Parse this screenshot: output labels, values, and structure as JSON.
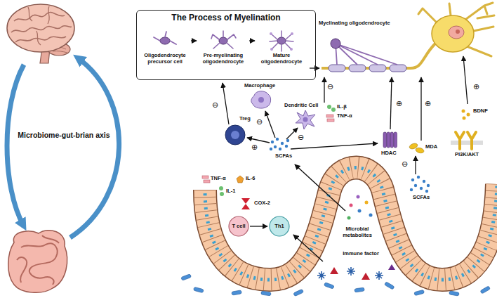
{
  "diagram": {
    "nodes": [
      {
        "text": [
          "The Process of Myelination"
        ]
      },
      {
        "text": [
          "Oligodendrocyte precursor cell"
        ],
        "in": 0
      },
      {
        "text": [
          "Pre-myelinating oligodendrocyte"
        ],
        "in": 0
      },
      {
        "text": [
          "Mature oligodendrocyte"
        ],
        "in": 0
      },
      {
        "text": [
          "T cell"
        ]
      },
      {
        "text": [
          "Th1"
        ]
      }
    ],
    "edges": [
      {
        "from": 1,
        "to": 2,
        "arrow": "to"
      },
      {
        "from": 2,
        "to": 3,
        "arrow": "to"
      },
      {
        "from": 4,
        "to": 5,
        "arrow": "to"
      }
    ],
    "labels": [
      "Microbiome-gut-brian axis",
      "Myelinating oligodendrocyte",
      "Macrophage",
      "Dendritic Cell",
      "IL-β",
      "TNF-α",
      "Treg",
      "TNF-α",
      "IL-6",
      "IL-1",
      "COX-2",
      "SCFAs",
      "HDAC",
      "MDA",
      "SCFAs",
      "BDNF",
      "PI3K/AKT",
      "Microbial metabolites",
      "Immune factor",
      "⊖",
      "⊖",
      "⊕",
      "⊖",
      "⊖",
      "⊕",
      "⊕",
      "⊖",
      "⊕"
    ]
  }
}
